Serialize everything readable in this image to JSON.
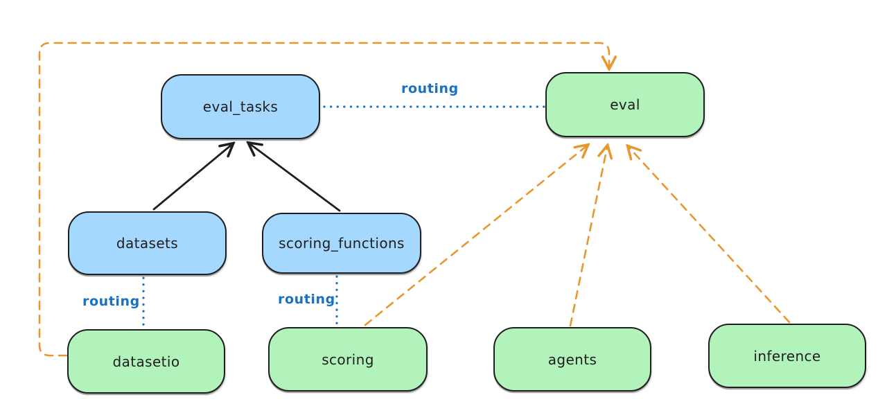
{
  "diagram": {
    "nodes": [
      {
        "id": "eval_tasks",
        "label": "eval_tasks",
        "kind": "registry"
      },
      {
        "id": "eval",
        "label": "eval",
        "kind": "api"
      },
      {
        "id": "datasets",
        "label": "datasets",
        "kind": "registry"
      },
      {
        "id": "scoring_functions",
        "label": "scoring_functions",
        "kind": "registry"
      },
      {
        "id": "datasetio",
        "label": "datasetio",
        "kind": "api"
      },
      {
        "id": "scoring",
        "label": "scoring",
        "kind": "api"
      },
      {
        "id": "agents",
        "label": "agents",
        "kind": "api"
      },
      {
        "id": "inference",
        "label": "inference",
        "kind": "api"
      }
    ],
    "edge_labels": [
      {
        "id": "routing-eval-tasks-to-eval",
        "text": "routing"
      },
      {
        "id": "routing-datasets-to-datasetio",
        "text": "routing"
      },
      {
        "id": "routing-scoring-fns-to-scoring",
        "text": "routing"
      }
    ],
    "edges": [
      {
        "from": "datasets",
        "to": "eval_tasks",
        "style": "solid-black-arrow"
      },
      {
        "from": "scoring_functions",
        "to": "eval_tasks",
        "style": "solid-black-arrow"
      },
      {
        "from": "eval_tasks",
        "to": "eval",
        "style": "blue-dotted",
        "label": "routing"
      },
      {
        "from": "datasets",
        "to": "datasetio",
        "style": "blue-dotted",
        "label": "routing"
      },
      {
        "from": "scoring_functions",
        "to": "scoring",
        "style": "blue-dotted",
        "label": "routing"
      },
      {
        "from": "datasetio",
        "to": "eval",
        "style": "orange-dashed-arrow"
      },
      {
        "from": "scoring",
        "to": "eval",
        "style": "orange-dashed-arrow"
      },
      {
        "from": "agents",
        "to": "eval",
        "style": "orange-dashed-arrow"
      },
      {
        "from": "inference",
        "to": "eval",
        "style": "orange-dashed-arrow"
      }
    ]
  },
  "colors": {
    "ink": "#1e1e1e",
    "node-blue": "#a5d8ff",
    "node-green": "#b2f2bb",
    "edge-blue": "#1971c2",
    "edge-orange": "#e8962e",
    "background": "#ffffff"
  }
}
